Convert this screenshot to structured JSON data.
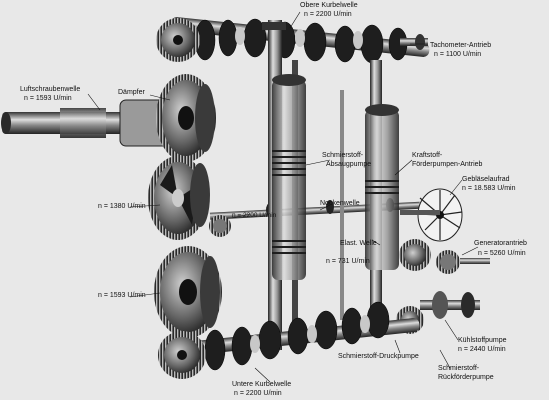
{
  "labels": {
    "obere_kurbelwelle": "Obere Kurbelwelle",
    "obere_speed": "n = 2200 U/min",
    "tachometer": "Tachometer-Antrieb",
    "tachometer_speed": "n = 1100 U/min",
    "luftschraubenwelle": "Luftschraubenwelle",
    "luft_speed": "n = 1593 U/min",
    "daempfer": "Dämpfer",
    "speed_1380": "n = 1380 U/min",
    "speed_2200_mid": "n = 2200 U/min",
    "nockenwelle": "Nockenwelle",
    "schmierstoff_absaug": "Schmierstoff-",
    "schmierstoff_absaug2": "Absaugpumpe",
    "kraftstoff": "Kraftstoff-",
    "kraftstoff2": "Förderpumpen-Antrieb",
    "geblaeselaufrad": "Gebläselaufrad",
    "geblaese_speed": "n = 18.583 U/min",
    "elast_welle": "Elast. Welle",
    "speed_731": "n = 731 U/min",
    "generatorantrieb": "Generatorantrieb",
    "generator_speed": "n = 5260 U/min",
    "speed_1593_lower": "n = 1593 U/min",
    "kuehlstoffpumpe": "Kühlstoffpumpe",
    "kuehl_speed": "n = 2440 U/min",
    "schmierstoff_druck": "Schmierstoff-Druckpumpe",
    "schmierstoff_rueck": "Schmierstoff-",
    "schmierstoff_rueck2": "Rückförderpumpe",
    "untere_kurbelwelle": "Untere Kurbelwelle",
    "untere_speed": "n = 2200 U/min"
  },
  "colors": {
    "background": "#e8e8e8",
    "metal_dark": "#1a1a1a",
    "metal_mid": "#555555",
    "metal_light": "#bdbdbd"
  }
}
